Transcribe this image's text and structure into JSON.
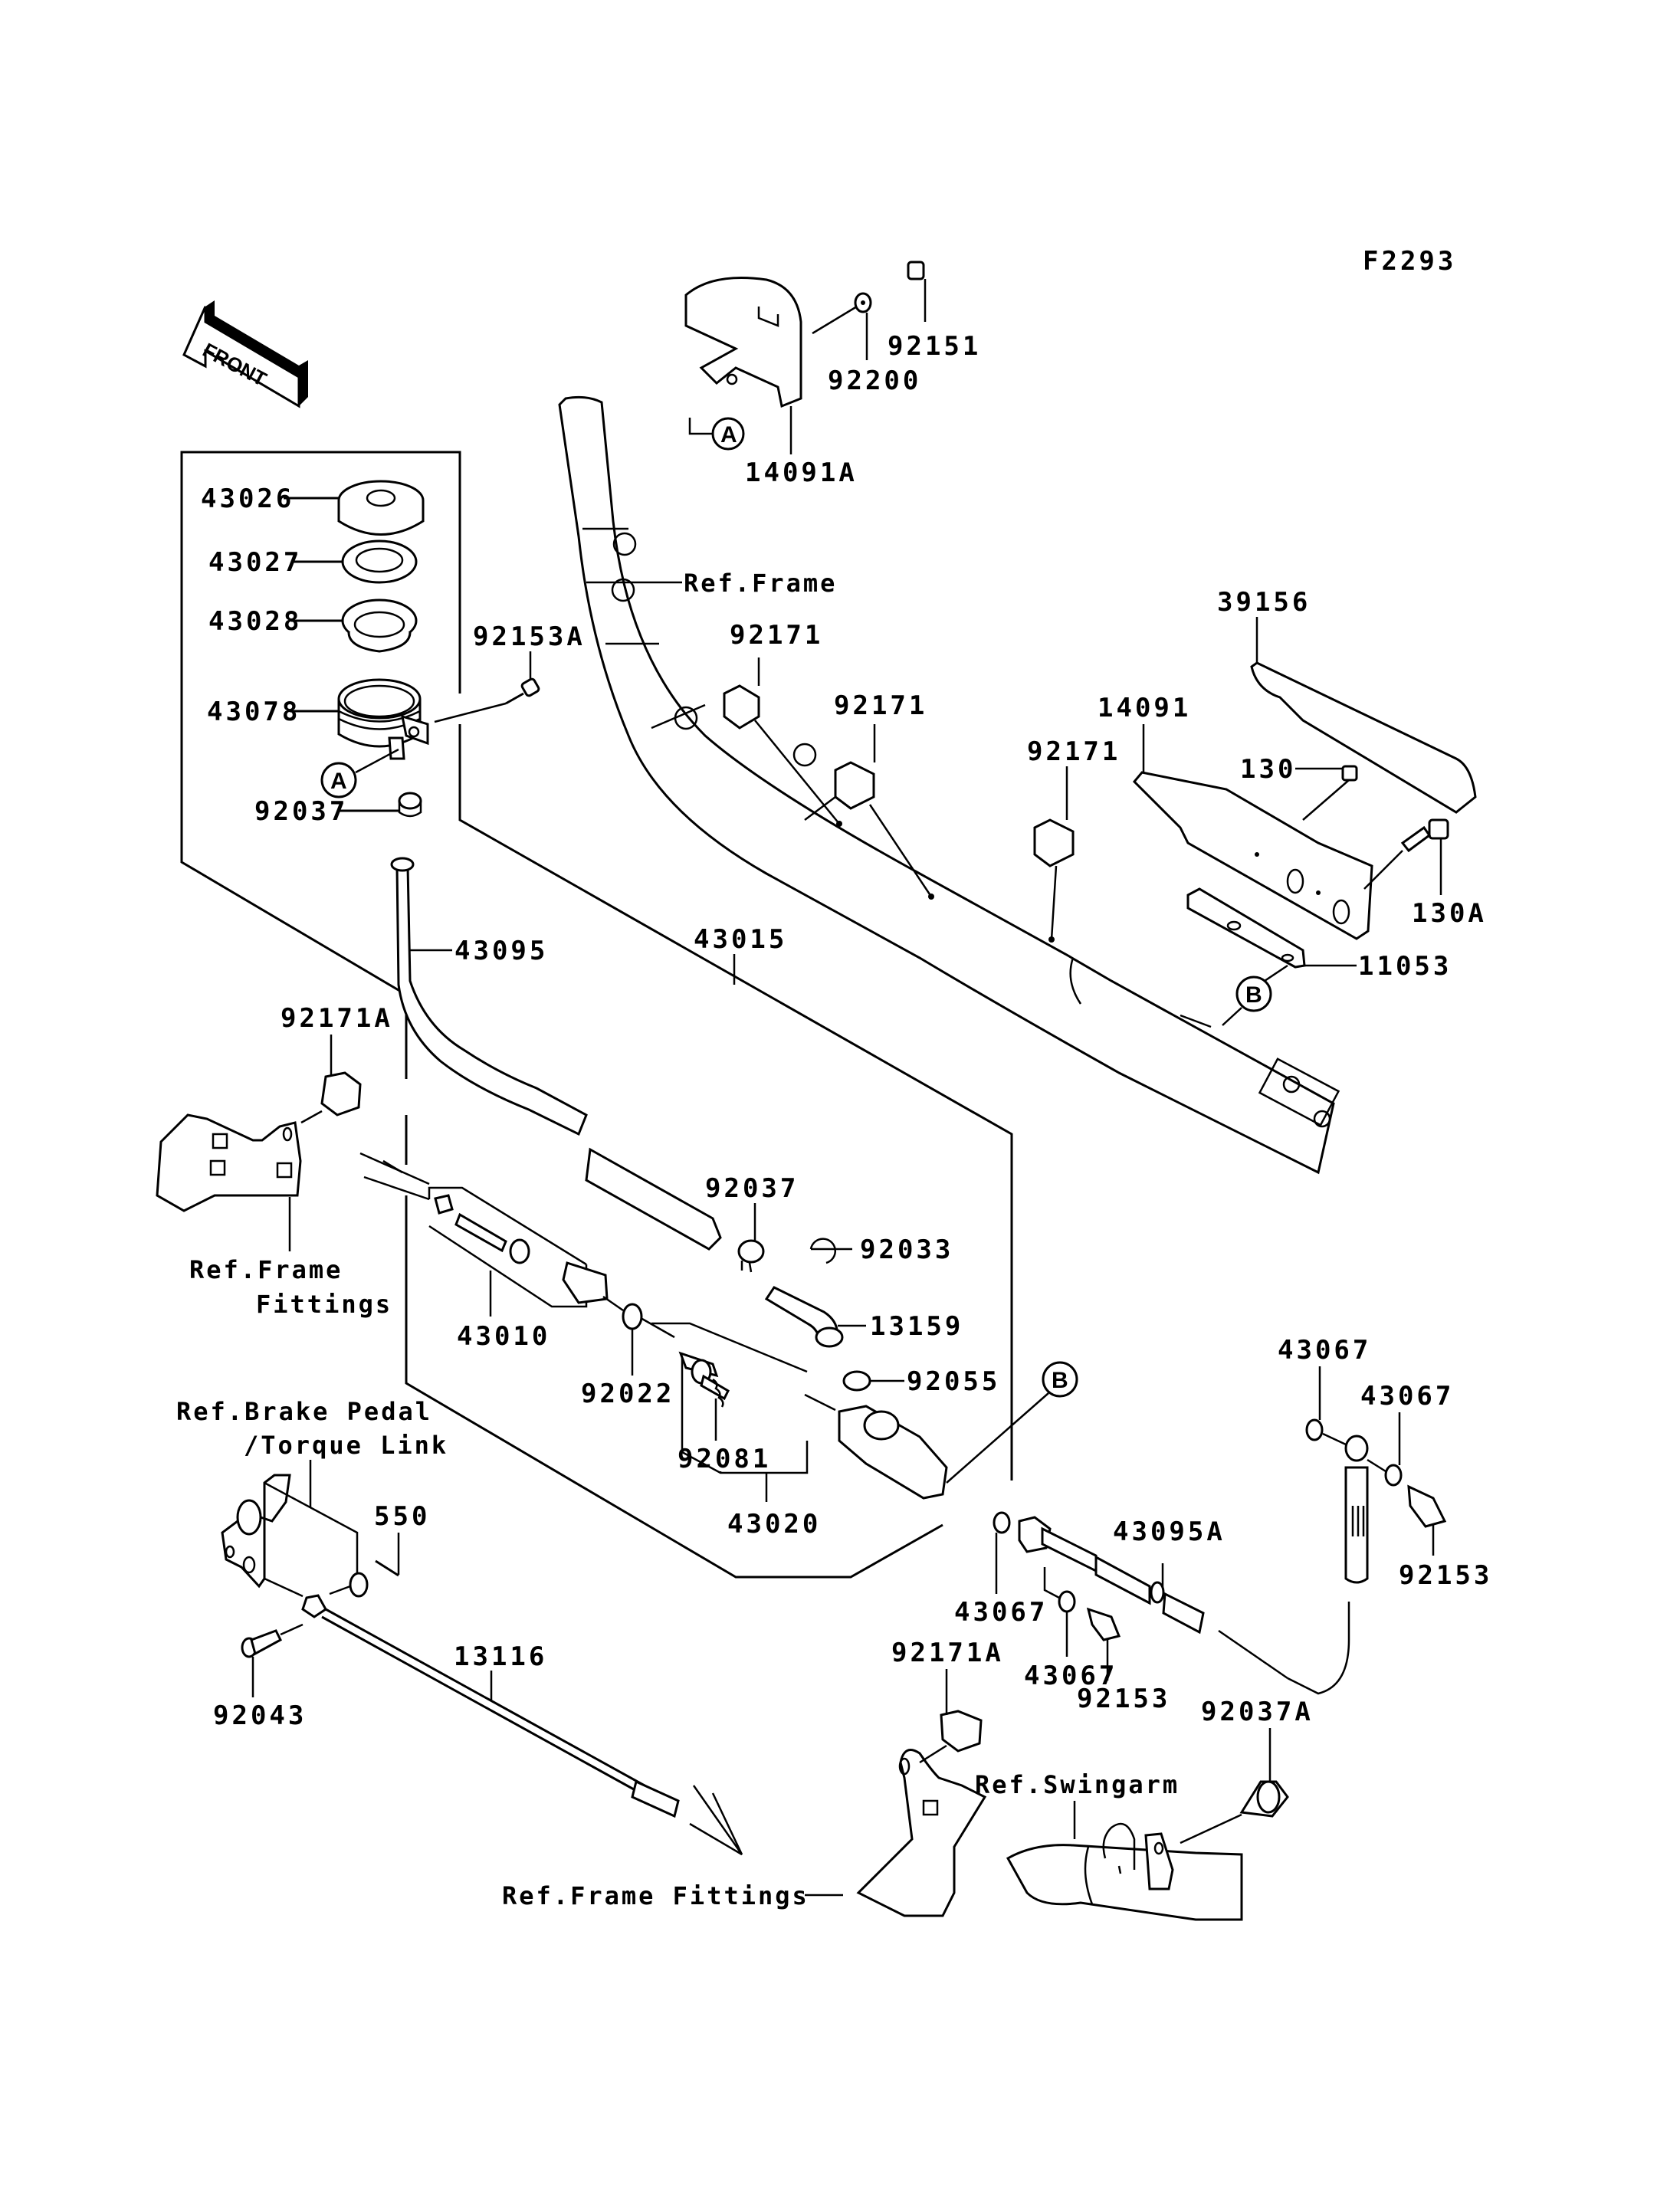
{
  "figure_code": "F2293",
  "front_arrow": "FRONT",
  "callouts": {
    "A": "A",
    "B": "B"
  },
  "parts": {
    "p43026": "43026",
    "p43027": "43027",
    "p43028": "43028",
    "p43078": "43078",
    "p92037_top": "92037",
    "p92153A": "92153A",
    "p92151": "92151",
    "p92200": "92200",
    "p14091A": "14091A",
    "p92171_a": "92171",
    "p92171_b": "92171",
    "p92171_c": "92171",
    "p39156": "39156",
    "p14091": "14091",
    "p130": "130",
    "p130A": "130A",
    "p11053": "11053",
    "p43095": "43095",
    "p43015": "43015",
    "p92171A_left": "92171A",
    "p92037_mid": "92037",
    "p92033": "92033",
    "p13159": "13159",
    "p92055": "92055",
    "p43010": "43010",
    "p92022": "92022",
    "p92081": "92081",
    "p43020": "43020",
    "p43067_a": "43067",
    "p43067_b": "43067",
    "p43067_c": "43067",
    "p43067_d": "43067",
    "p92153_right": "92153",
    "p92153_bottom": "92153",
    "p43095A": "43095A",
    "p550": "550",
    "p13116": "13116",
    "p92043": "92043",
    "p92171A_bottom": "92171A",
    "p92037A": "92037A"
  },
  "references": {
    "ref_frame_top": "Ref.Frame",
    "ref_frame_fittings_l1": "Ref.Frame",
    "ref_frame_fittings_l2": "Fittings",
    "ref_brake_l1": "Ref.Brake Pedal",
    "ref_brake_l2": "/Torque Link",
    "ref_swingarm": "Ref.Swingarm",
    "ref_frame_fittings_bottom": "Ref.Frame Fittings"
  }
}
